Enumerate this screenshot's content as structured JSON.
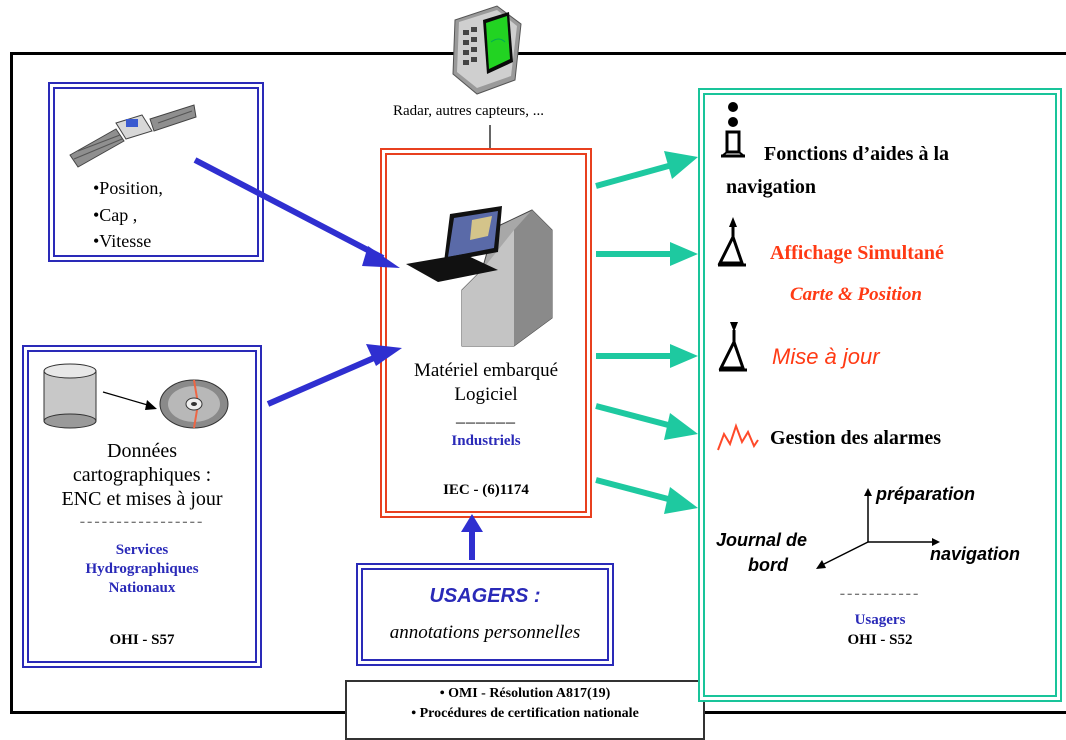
{
  "sensors": {
    "label": "Radar, autres capteurs, ..."
  },
  "satellite_box": {
    "items": [
      "•Position,",
      "•Cap ,",
      "•Vitesse"
    ]
  },
  "data_box": {
    "line1": "Données",
    "line2": "cartographiques :",
    "line3": "ENC et mises à jour",
    "divider": "-----------------",
    "provider1": "Services",
    "provider2": "Hydrographiques",
    "provider3": "Nationaux",
    "standard": "OHI - S57"
  },
  "center_box": {
    "line1": "Matériel embarqué",
    "line2": "Logiciel",
    "divider": "______",
    "provider": "Industriels",
    "standard": "IEC - (6)1174"
  },
  "users_box": {
    "title": "USAGERS :",
    "subtitle": "annotations personnelles"
  },
  "certification": {
    "line1": "• OMI - Résolution A817(19)",
    "line2": "• Procédures de certification nationale"
  },
  "functions_box": {
    "f1_line1": "Fonctions d’aides à la",
    "f1_line2": "navigation",
    "f2_line1": "Affichage Simultané",
    "f2_line2": "Carte & Position",
    "f3": "Mise à jour",
    "f4": "Gestion des alarmes",
    "axis_up": "préparation",
    "axis_right": "navigation",
    "axis_left1": "Journal de",
    "axis_left2": "bord",
    "divider": "-----------",
    "provider": "Usagers",
    "standard": "OHI - S52"
  },
  "colors": {
    "blue": "#2a2ab8",
    "red": "#e8401f",
    "green": "#19c49a",
    "arrow_blue": "#2f2fd0",
    "arrow_green": "#1ec9a0"
  }
}
